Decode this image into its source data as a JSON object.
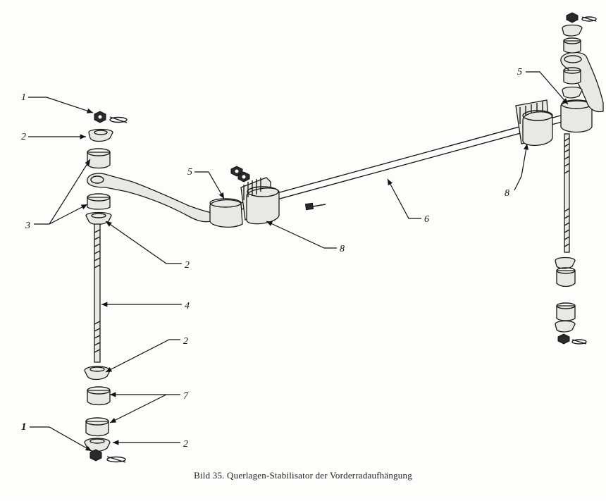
{
  "caption": "Bild 35. Querlagen-Stabilisator der Vorderradaufhängung",
  "labels": {
    "l1_top": "1",
    "l2_top": "2",
    "l3": "3",
    "l2_mid": "2",
    "l4": "4",
    "l2_low": "2",
    "l7": "7",
    "l1_bottom": "1",
    "l2_bottom": "2",
    "l5_left": "5",
    "l8_left": "8",
    "l6": "6",
    "l5_right": "5",
    "l8_right": "8"
  }
}
